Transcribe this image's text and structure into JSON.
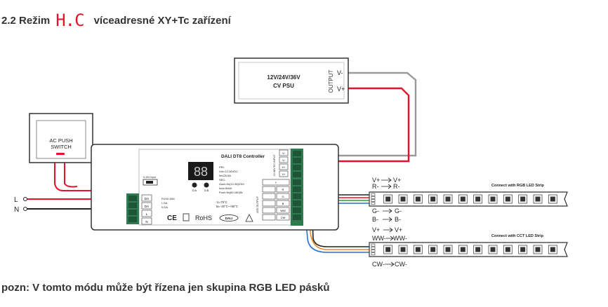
{
  "heading": {
    "prefix": "2.2 Režim",
    "mode_code": "H.C",
    "suffix": "víceadresné XY+Tc zařízení"
  },
  "psu": {
    "label_line1": "12V/24V/36V",
    "label_line2": "CV PSU",
    "output_label": "OUTPUT",
    "terminal_neg": "V-",
    "terminal_pos": "V+"
  },
  "switch": {
    "label_line1": "AC PUSH",
    "label_line2": "SWITCH"
  },
  "mains": {
    "L": "L",
    "N": "N"
  },
  "controller": {
    "title": "DALI DT8 Controller",
    "display": "88",
    "btn1": "D-A",
    "btn2": "D-B",
    "specs": [
      "PRI:",
      "Uin=12-36VDC",
      "Iin≤25.5A",
      "SEC:",
      "Uout=3x(12-36)VDC",
      "Iout=5x5A",
      "Pout=5x(60-180)W"
    ],
    "temps": [
      "· tc=75°C",
      "ta=-20°C~+50°C"
    ],
    "push_dim": "PUSH DIM",
    "push_rows": [
      "L  DA",
      "N  DA"
    ],
    "left_terms": [
      "DA",
      "DA",
      "L",
      "N"
    ],
    "input_label": "12-36V DC INPUT",
    "input_terms": [
      "V-",
      "V-",
      "V+",
      "V+"
    ],
    "output_label": "LED OUTPUT",
    "output_terms": [
      "+",
      "R",
      "G",
      "B",
      "WW",
      "CW"
    ],
    "marks": [
      "CE",
      "RoHS",
      "DALI"
    ],
    "small_label": "0-10V Input"
  },
  "rgb_strip": {
    "title": "Connect with RGB LED Strip",
    "labels_top": [
      [
        "V+",
        "V+"
      ],
      [
        "R-",
        "R-"
      ]
    ],
    "labels_bottom": [
      [
        "G-",
        "G-"
      ],
      [
        "B-",
        "B-"
      ]
    ],
    "led_count": 12
  },
  "cct_strip": {
    "title": "Connect with CCT LED Strip",
    "labels_top": [
      [
        "V+",
        "V+"
      ],
      [
        "WW-",
        "WW-"
      ]
    ],
    "labels_bottom": [
      [
        "CW-",
        "CW-"
      ]
    ],
    "led_count": 12
  },
  "note": "pozn: V tomto módu může být řízena jen skupina RGB LED pásků",
  "colors": {
    "heading_mode": "#e8102a",
    "wire_red": "#e8102a",
    "wire_black": "#222222",
    "wire_grey": "#9a9a9a",
    "wire_green": "#2ca02c",
    "wire_blue": "#2a6fd6",
    "wire_orange": "#e88a2a",
    "terminal_green": "#2f7a4f"
  }
}
